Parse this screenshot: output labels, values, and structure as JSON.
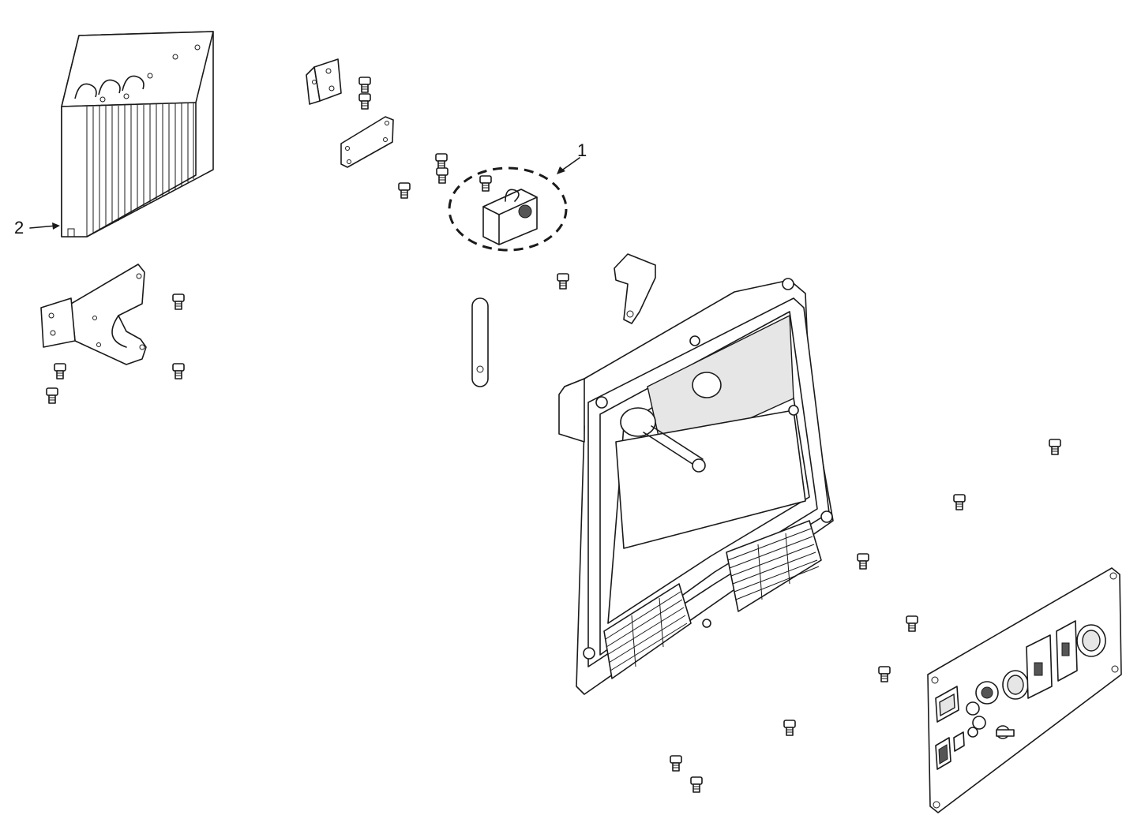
{
  "callouts": [
    {
      "number": "1",
      "target": "control-module"
    },
    {
      "number": "2",
      "target": "inverter-heatsink"
    }
  ],
  "colors": {
    "line": "#1a1a1a",
    "background": "#ffffff",
    "shade": "#e6e6e6"
  }
}
